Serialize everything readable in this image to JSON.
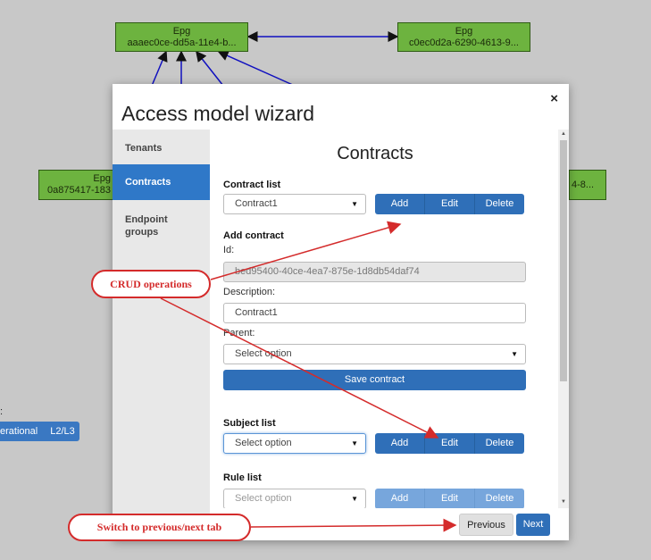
{
  "graph": {
    "nodes": [
      {
        "type": "Epg",
        "id": "aaaec0ce-dd5a-11e4-b..."
      },
      {
        "type": "Epg",
        "id": "c0ec0d2a-6290-4613-9..."
      },
      {
        "type": "Epg",
        "id": "0a875417-183"
      },
      {
        "type": "",
        "id": "4-8..."
      }
    ]
  },
  "background": {
    "status_fragment": ":",
    "button_fragment_1": "erational",
    "button_fragment_2": "L2/L3"
  },
  "modal": {
    "title": "Access model wizard",
    "close_glyph": "×",
    "sidebar": [
      {
        "label": "Tenants",
        "active": false
      },
      {
        "label": "Contracts",
        "active": true
      },
      {
        "label": "Endpoint groups",
        "active": false
      }
    ],
    "content_title": "Contracts",
    "contract_list": {
      "label": "Contract list",
      "selected": "Contract1",
      "buttons": [
        "Add",
        "Edit",
        "Delete"
      ]
    },
    "add_contract": {
      "label": "Add contract",
      "id_label": "Id:",
      "id_value": "bed95400-40ce-4ea7-875e-1d8db54daf74",
      "description_label": "Description:",
      "description_value": "Contract1",
      "parent_label": "Parent:",
      "parent_value": "Select option",
      "save_label": "Save contract"
    },
    "subject_list": {
      "label": "Subject list",
      "selected": "Select option",
      "buttons": [
        "Add",
        "Edit",
        "Delete"
      ]
    },
    "rule_list": {
      "label": "Rule list",
      "selected": "Select option",
      "buttons": [
        "Add",
        "Edit",
        "Delete"
      ]
    },
    "footer": {
      "previous": "Previous",
      "next": "Next"
    }
  },
  "annotations": {
    "crud": "CRUD operations",
    "switch": "Switch to previous/next tab"
  },
  "colors": {
    "epg_node": "#6db33f",
    "primary": "#2f6fb8",
    "active_tab": "#2f78c8",
    "annotation": "#d42b2b",
    "edge": "#1010c0"
  },
  "icons": [
    "close-icon",
    "dropdown-caret-icon",
    "arrow-icon"
  ]
}
